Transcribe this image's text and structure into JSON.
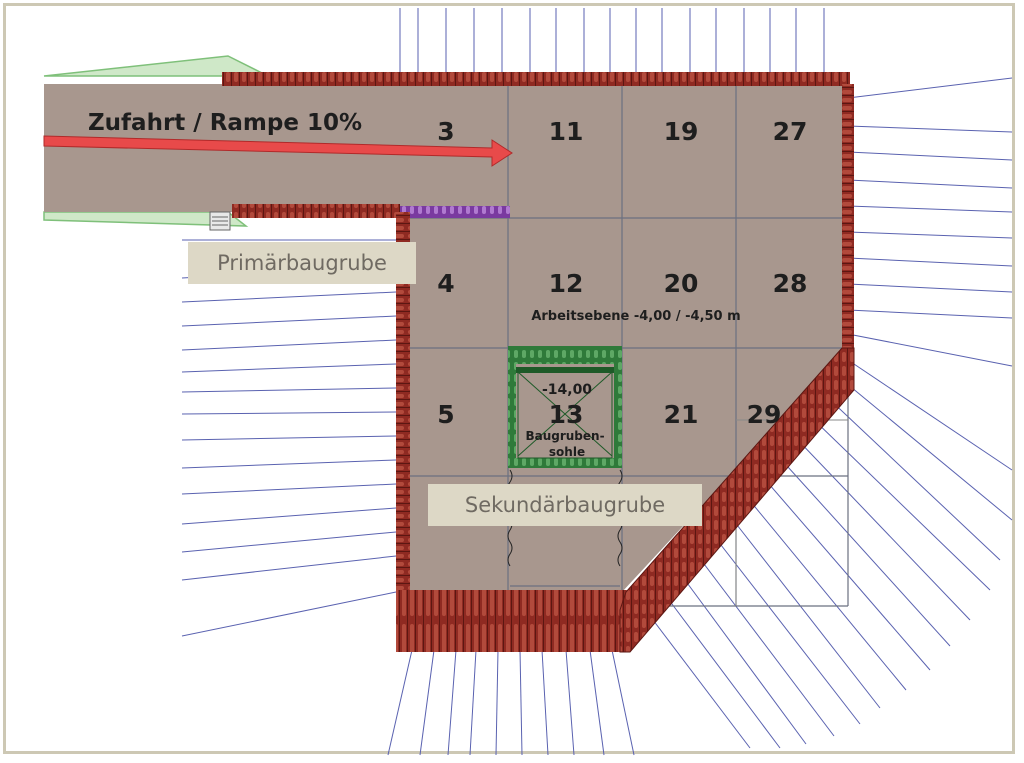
{
  "ramp": {
    "label": "Zufahrt / Rampe 10%"
  },
  "labels": {
    "primary_pit": "Primärbaugrube",
    "secondary_pit": "Sekundärbaugrube",
    "working_level": "Arbeitsebene -4,00 / -4,50 m",
    "pit_depth": "-14,00",
    "pit_floor_line1": "Baugruben-",
    "pit_floor_line2": "sohle"
  },
  "cells": {
    "c3": "3",
    "c11": "11",
    "c19": "19",
    "c27": "27",
    "c4": "4",
    "c12": "12",
    "c20": "20",
    "c28": "28",
    "c5": "5",
    "c13": "13",
    "c21": "21",
    "c29": "29"
  },
  "colors": {
    "excavation_floor": "#a8978e",
    "sheet_pile_wall": "#8f2a22",
    "ramp_arrow": "#e84a4a",
    "anchor_lines": "#5a62b0",
    "ramp_edge": "#7fc07a",
    "label_background": "#ddd8c6"
  }
}
